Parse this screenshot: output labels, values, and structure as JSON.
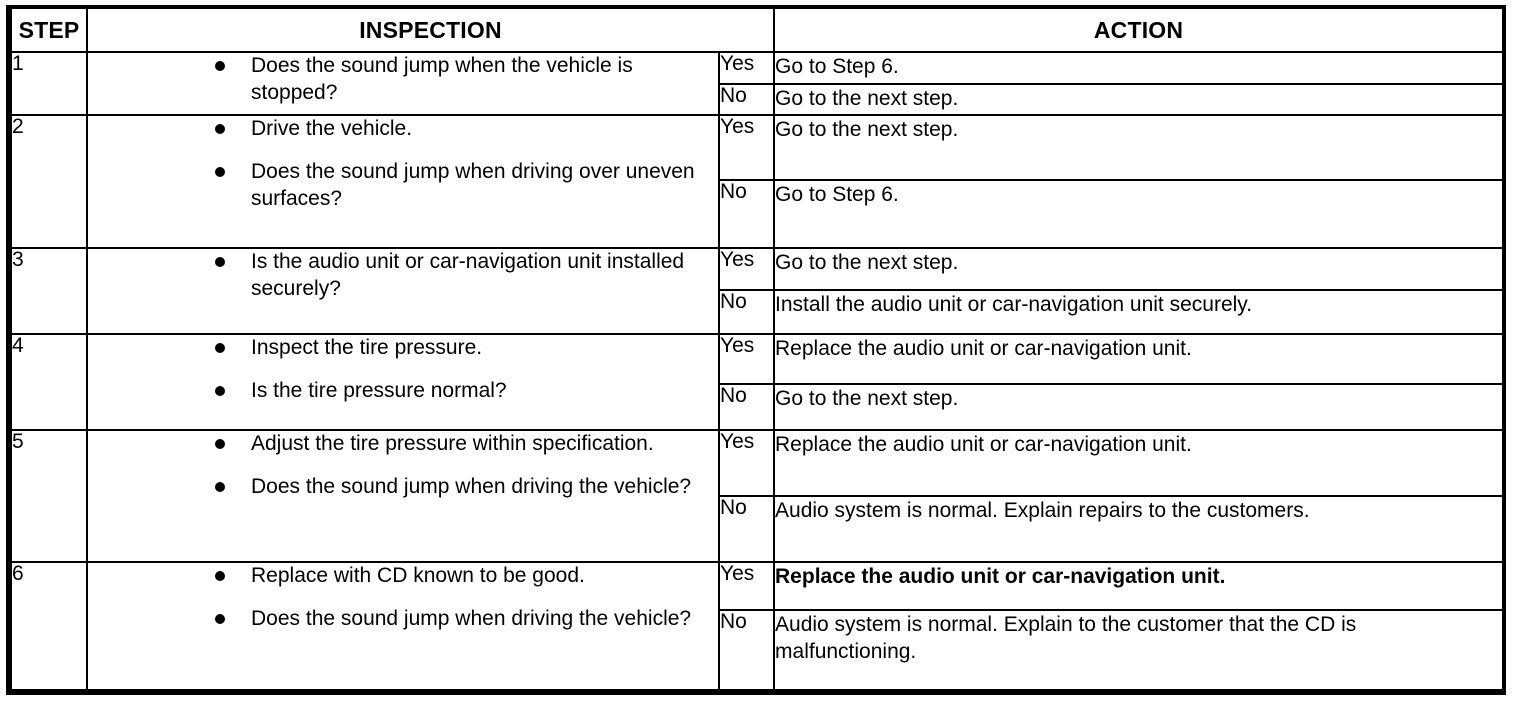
{
  "table": {
    "headers": {
      "step": "STEP",
      "inspection": "INSPECTION",
      "action": "ACTION"
    },
    "rows": [
      {
        "step": "1",
        "inspection": [
          "Does the sound jump when the vehicle is stopped?"
        ],
        "branches": [
          {
            "label": "Yes",
            "action": "Go to Step 6."
          },
          {
            "label": "No",
            "action": "Go to the next step."
          }
        ]
      },
      {
        "step": "2",
        "inspection": [
          "Drive the vehicle.",
          "Does the sound jump when driving over uneven surfaces?"
        ],
        "branches": [
          {
            "label": "Yes",
            "action": "Go to the next step."
          },
          {
            "label": "No",
            "action": "Go to Step 6."
          }
        ]
      },
      {
        "step": "3",
        "inspection": [
          "Is the audio unit or car-navigation unit installed securely?"
        ],
        "branches": [
          {
            "label": "Yes",
            "action": "Go to the next step."
          },
          {
            "label": "No",
            "action": "Install the audio unit or car-navigation unit securely."
          }
        ]
      },
      {
        "step": "4",
        "inspection": [
          "Inspect the tire pressure.",
          "Is the tire pressure normal?"
        ],
        "branches": [
          {
            "label": "Yes",
            "action": "Replace the audio unit or car-navigation unit."
          },
          {
            "label": "No",
            "action": "Go to the next step."
          }
        ]
      },
      {
        "step": "5",
        "inspection": [
          "Adjust the tire pressure within specification.",
          "Does the sound jump when driving the vehicle?"
        ],
        "branches": [
          {
            "label": "Yes",
            "action": "Replace the audio unit or car-navigation unit."
          },
          {
            "label": "No",
            "action": "Audio system is normal. Explain repairs to the customers."
          }
        ]
      },
      {
        "step": "6",
        "inspection": [
          "Replace with CD known to be good.",
          "Does the sound jump when driving the vehicle?"
        ],
        "branches": [
          {
            "label": "Yes",
            "action": "Replace the audio unit or car-navigation unit."
          },
          {
            "label": "No",
            "action": "Audio system is normal. Explain to the customer that the CD is malfunctioning."
          }
        ]
      }
    ]
  },
  "colors": {
    "border": "#000000",
    "background": "#ffffff",
    "text": "#000000"
  }
}
